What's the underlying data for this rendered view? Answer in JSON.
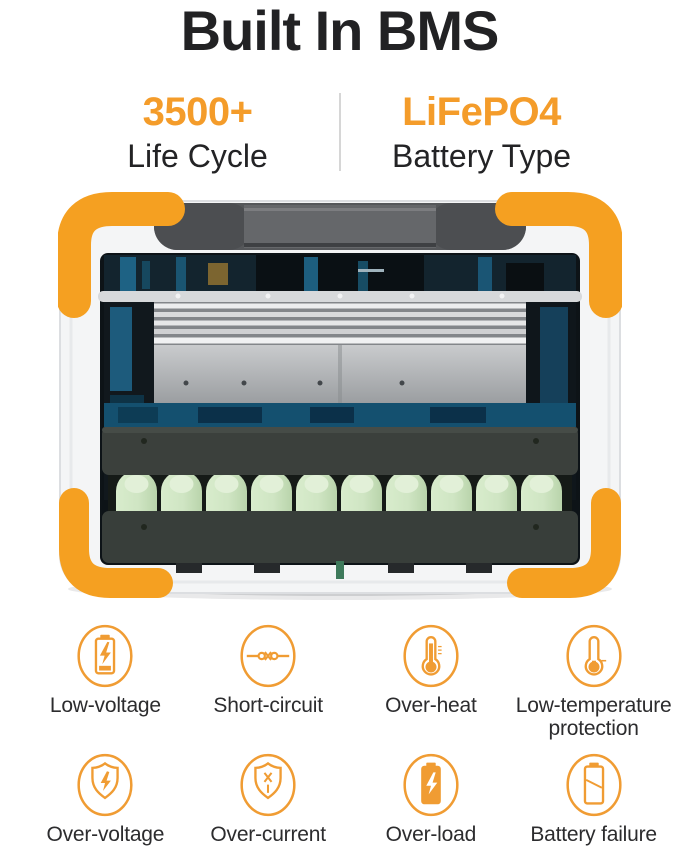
{
  "header": {
    "title": "Built In BMS"
  },
  "stats": {
    "left": {
      "value": "3500+",
      "label": "Life Cycle"
    },
    "right": {
      "value": "LiFePO4",
      "label": "Battery Type"
    }
  },
  "product": {
    "illustration": "power-station-cutaway",
    "visible_parts": [
      "carry-handle",
      "orange-corner-bumpers",
      "heatsink-fins",
      "inverter-plate",
      "control-board",
      "battery-holder",
      "lifepo4-cells"
    ]
  },
  "features": {
    "items": [
      {
        "icon": "low-voltage-battery-icon",
        "label": "Low-voltage"
      },
      {
        "icon": "short-circuit-icon",
        "label": "Short-circuit"
      },
      {
        "icon": "over-heat-thermometer-icon",
        "label": "Over-heat"
      },
      {
        "icon": "low-temperature-thermometer-icon",
        "label": "Low-temperature protection"
      },
      {
        "icon": "over-voltage-shield-icon",
        "label": "Over-voltage"
      },
      {
        "icon": "over-current-shield-icon",
        "label": "Over-current"
      },
      {
        "icon": "over-load-battery-icon",
        "label": "Over-load"
      },
      {
        "icon": "battery-failure-icon",
        "label": "Battery failure"
      }
    ]
  },
  "colors": {
    "accent_orange": "#F49C2A",
    "bumper_orange": "#F5A021",
    "title_black": "#222224",
    "cell_green": "#CFE5C3"
  }
}
